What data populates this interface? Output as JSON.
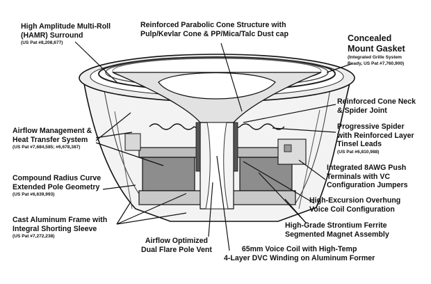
{
  "callouts": {
    "hamr": {
      "lines": [
        "High Amplitude Multi-Roll",
        "(HAMR) Surround"
      ],
      "patent": "(US Pat #8,208,677)"
    },
    "cone": {
      "lines": [
        "Reinforced Parabolic Cone Structure with",
        "Pulp/Kevlar Cone & PP/Mica/Talc Dust cap"
      ]
    },
    "gasket": {
      "lines": [
        "Concealed",
        "Mount Gasket"
      ],
      "patent": "(Integrated Grille System Ready, US Pat #7,760,900)"
    },
    "neck": {
      "lines": [
        "Reinforced Cone Neck",
        "& Spider Joint"
      ]
    },
    "spider": {
      "lines": [
        "Progressive Spider",
        "with Reinforced Layer",
        "Tinsel Leads"
      ],
      "patent": "(US Pat #6,810,988)"
    },
    "airflow": {
      "lines": [
        "Airflow Management &",
        "Heat Transfer System"
      ],
      "patent": "(US Pat #7,684,585; #6,678,387)"
    },
    "terminals": {
      "lines": [
        "Integrated 8AWG Push",
        "Terminals with VC",
        "Configuration Jumpers"
      ]
    },
    "compound": {
      "lines": [
        "Compound Radius Curve",
        "Extended Pole Geometry"
      ],
      "patent": "(US Pat #6,639,993)"
    },
    "overhung": {
      "lines": [
        "High-Excursion Overhung",
        "Voice Coil Configuration"
      ]
    },
    "frame": {
      "lines": [
        "Cast Aluminum Frame with",
        "Integral Shorting Sleeve"
      ],
      "patent": "(US Pat #7,272,238)"
    },
    "magnet": {
      "lines": [
        "High-Grade Strontium Ferrite",
        "Segmented Magnet Assembly"
      ]
    },
    "vent": {
      "lines": [
        "Airflow Optimized",
        "Dual Flare Pole Vent"
      ]
    },
    "coil": {
      "lines": [
        "65mm Voice Coil with High-Temp",
        "4-Layer DVC Winding on Aluminum Former"
      ]
    }
  },
  "colors": {
    "ink": "#111111",
    "fill_light": "#eeeeee",
    "fill_mid": "#d6d6d6",
    "fill_dark": "#9a9a9a",
    "background": "#ffffff"
  }
}
